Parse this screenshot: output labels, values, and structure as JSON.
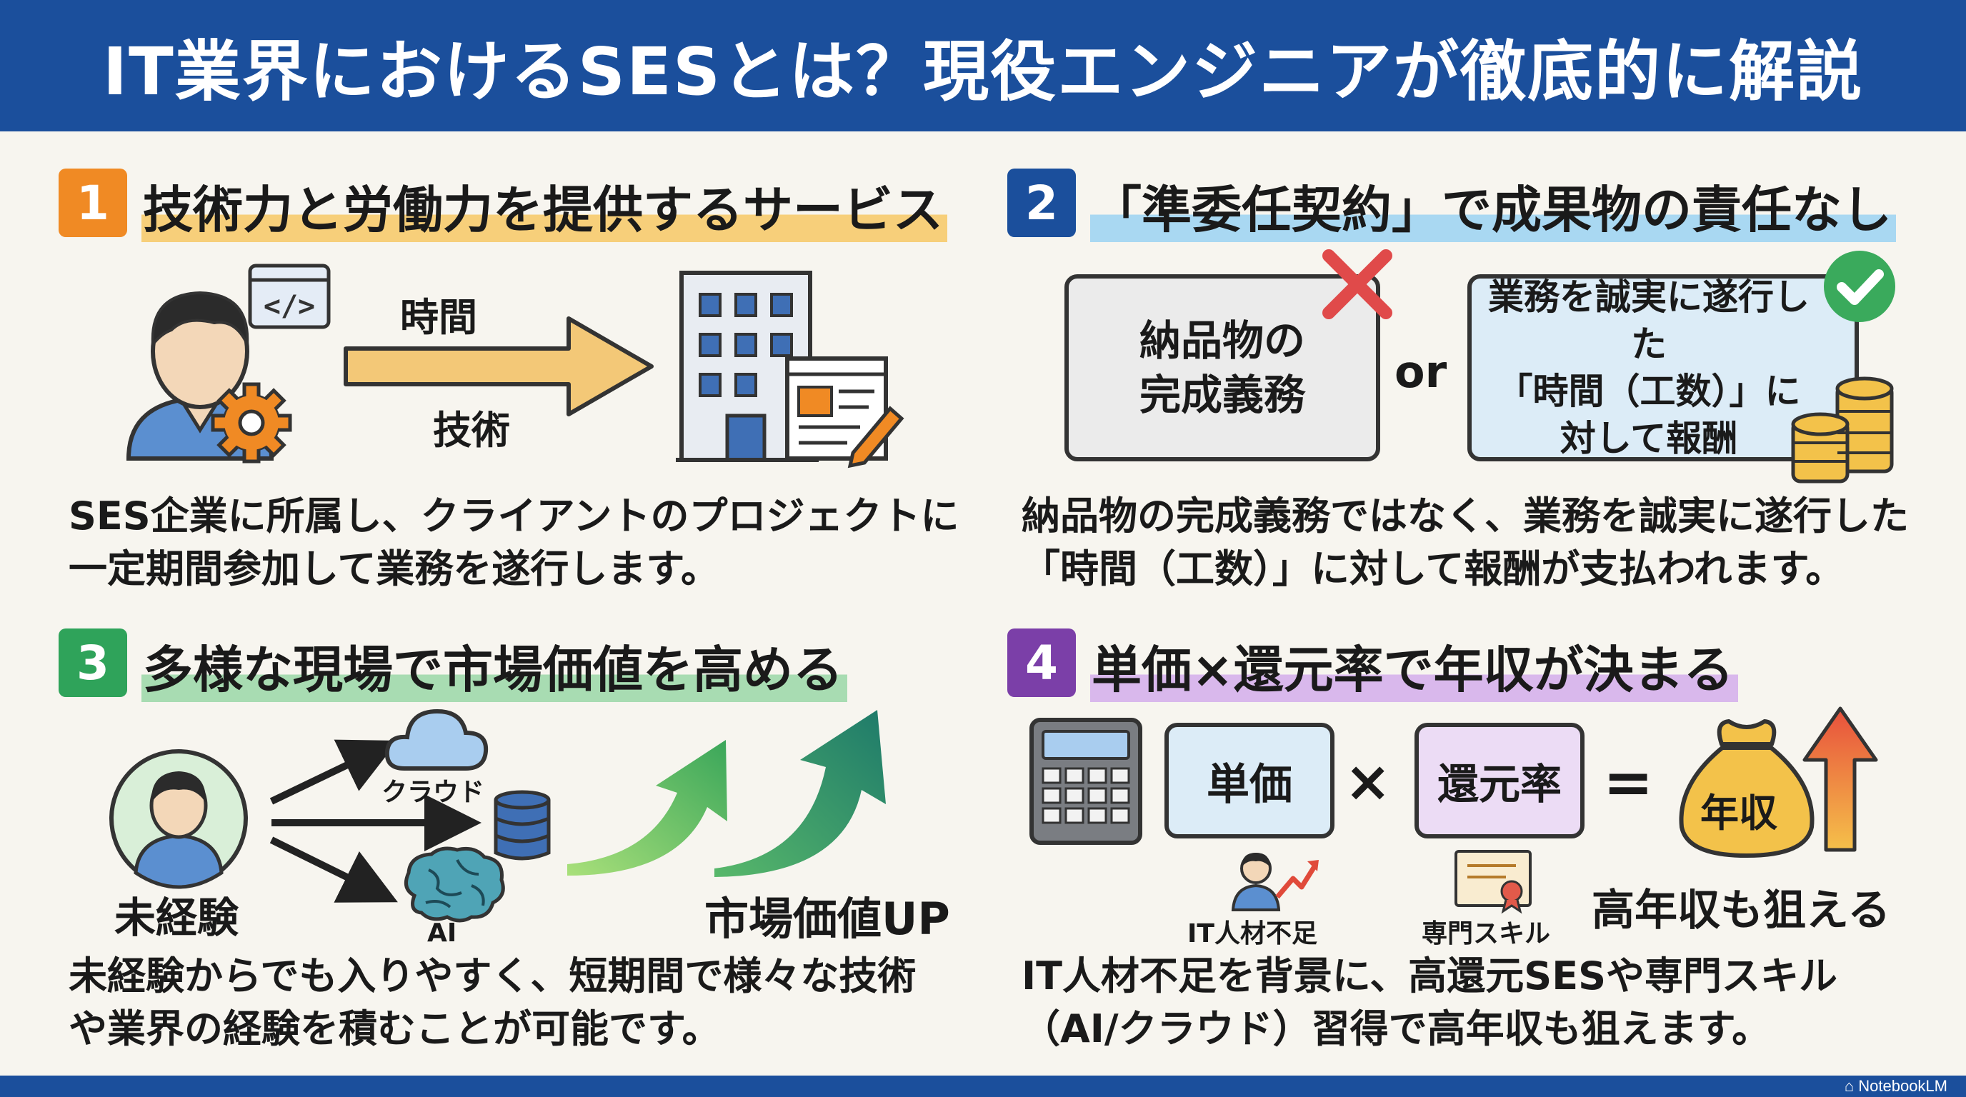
{
  "header": {
    "title": "IT業界におけるSESとは？現役エンジニアが徹底的に解説"
  },
  "sections": [
    {
      "number": "1",
      "title": "技術力と労働力を提供するサービス",
      "arrow_top": "時間",
      "arrow_bottom": "技術",
      "desc_line1": "SES企業に所属し、クライアントのプロジェクトに",
      "desc_line2": "一定期間参加して業務を遂行します。"
    },
    {
      "number": "2",
      "title": "「準委任契約」で成果物の責任なし",
      "box_left": "納品物の\n完成義務",
      "or_text": "or",
      "box_right": "業務を誠実に遂行した\n「時間（工数）」に\n対して報酬",
      "desc_line1": "納品物の完成義務ではなく、業務を誠実に遂行した",
      "desc_line2": "「時間（工数）」に対して報酬が支払われます。"
    },
    {
      "number": "3",
      "title": "多様な現場で市場価値を高める",
      "person_label": "未経験",
      "cloud_label": "クラウド",
      "ai_label": "AI",
      "growth_label": "市場価値UP",
      "desc_line1": "未経験からでも入りやすく、短期間で様々な技術",
      "desc_line2": "や業界の経験を積むことが可能です。"
    },
    {
      "number": "4",
      "title": "単価×還元率で年収が決まる",
      "unit_price": "単価",
      "times": "×",
      "return_rate": "還元率",
      "equals": "=",
      "income": "年収",
      "shortage_label": "IT人材不足",
      "skill_label": "専門スキル",
      "high_income": "高年収も狙える",
      "desc_line1": "IT人材不足を背景に、高還元SESや専門スキル",
      "desc_line2": "（AI/クラウド）習得で高年収も狙えます。"
    }
  ],
  "footer": {
    "brand": "NotebookLM"
  },
  "colors": {
    "header": "#1b4f9c",
    "badge1": "#f08a24",
    "badge2": "#1b4f9c",
    "badge3": "#2fa35a",
    "badge4": "#7b3fa8"
  }
}
